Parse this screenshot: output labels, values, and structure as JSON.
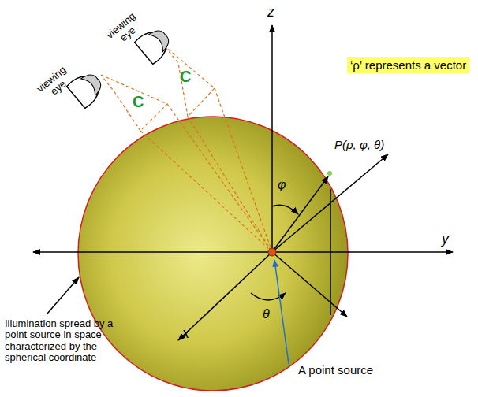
{
  "diagram": {
    "nodes": [
      {
        "text": [
          "‘ρ’ represents a vector"
        ]
      }
    ],
    "labels": [
      "z",
      "y",
      "x",
      "P(ρ, φ, θ)",
      "φ",
      "θ",
      "viewing eye",
      "viewing eye",
      "C",
      "C",
      "Illumination spread by a point source in space characterized by the spherical coordinate",
      "A point source"
    ]
  }
}
